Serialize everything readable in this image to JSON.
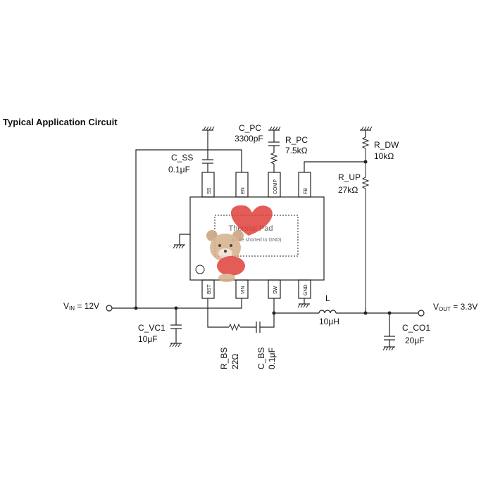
{
  "title": "Typical Application Circuit",
  "chip": {
    "pins_top": [
      "SS",
      "EN",
      "COMP",
      "FB"
    ],
    "pins_bottom": [
      "BST",
      "VIN",
      "SW",
      "GND"
    ],
    "thermal_pad": "Thermal Pad",
    "thermal_pad_note": "(to be shorted to GND)"
  },
  "components": {
    "c_ss_name": "C_SS",
    "c_ss_value": "0.1μF",
    "c_pc_name": "C_PC",
    "c_pc_value": "3300pF",
    "r_pc_name": "R_PC",
    "r_pc_value": "7.5kΩ",
    "r_dw_name": "R_DW",
    "r_dw_value": "10kΩ",
    "r_up_name": "R_UP",
    "r_up_value": "27kΩ",
    "c_vc1_name": "C_VC1",
    "c_vc1_value": "10μF",
    "r_bs_name": "R_BS",
    "r_bs_value": "22Ω",
    "c_bs_name": "C_BS",
    "c_bs_value": "0.1μF",
    "l_name": "L",
    "l_value": "10μH",
    "c_co1_name": "C_CO1",
    "c_co1_value": "20μF"
  },
  "terminals": {
    "vin_main": "V",
    "vin_sub": "IN",
    "vin_value": " = 12V",
    "vout_main": "V",
    "vout_sub": "OUT",
    "vout_value": " = 3.3V"
  },
  "colors": {
    "wire": "#222222",
    "sticker_red": "#e0403a",
    "sticker_bear": "#c8a07a"
  }
}
